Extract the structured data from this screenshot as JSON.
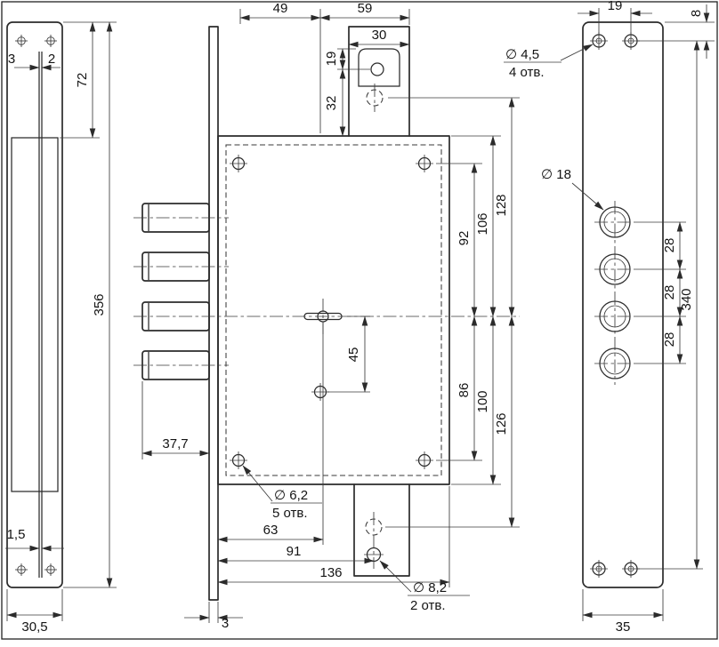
{
  "drawing": {
    "left_view": {
      "gap_a": "3",
      "gap_b": "2",
      "upper_height": "72",
      "total_height": "356",
      "bottom_gap": "1,5",
      "width": "30,5"
    },
    "center_view": {
      "key_offset_left": "49",
      "top_right_span": "59",
      "latch_width": "30",
      "latch_hole_offset": "19",
      "latch_hole_to_body": "32",
      "hole_to_center_upper": "92",
      "body_top_to_center": "106",
      "screw_to_center_upper": "128",
      "key_to_hole": "45",
      "hole_to_center_lower": "86",
      "body_bottom_to_center": "100",
      "screw_to_center_lower": "126",
      "bolt_throw": "37,7",
      "corner_hole_dia": "∅ 6,2",
      "corner_hole_count": "5 отв.",
      "key_axis_offset": "63",
      "screw_axis_offset": "91",
      "body_width": "136",
      "plate_thickness": "3",
      "screw_hole_dia": "∅ 8,2",
      "screw_hole_count": "2 отв."
    },
    "right_view": {
      "screw_spacing": "19",
      "screw_top_offset": "8",
      "screw_hole_dia": "∅ 4,5",
      "screw_hole_count": "4 отв.",
      "cup_dia": "∅ 18",
      "cup_spacing_1": "28",
      "cup_spacing_2": "28",
      "cup_spacing_3": "28",
      "screw_span": "340",
      "width": "35"
    }
  }
}
